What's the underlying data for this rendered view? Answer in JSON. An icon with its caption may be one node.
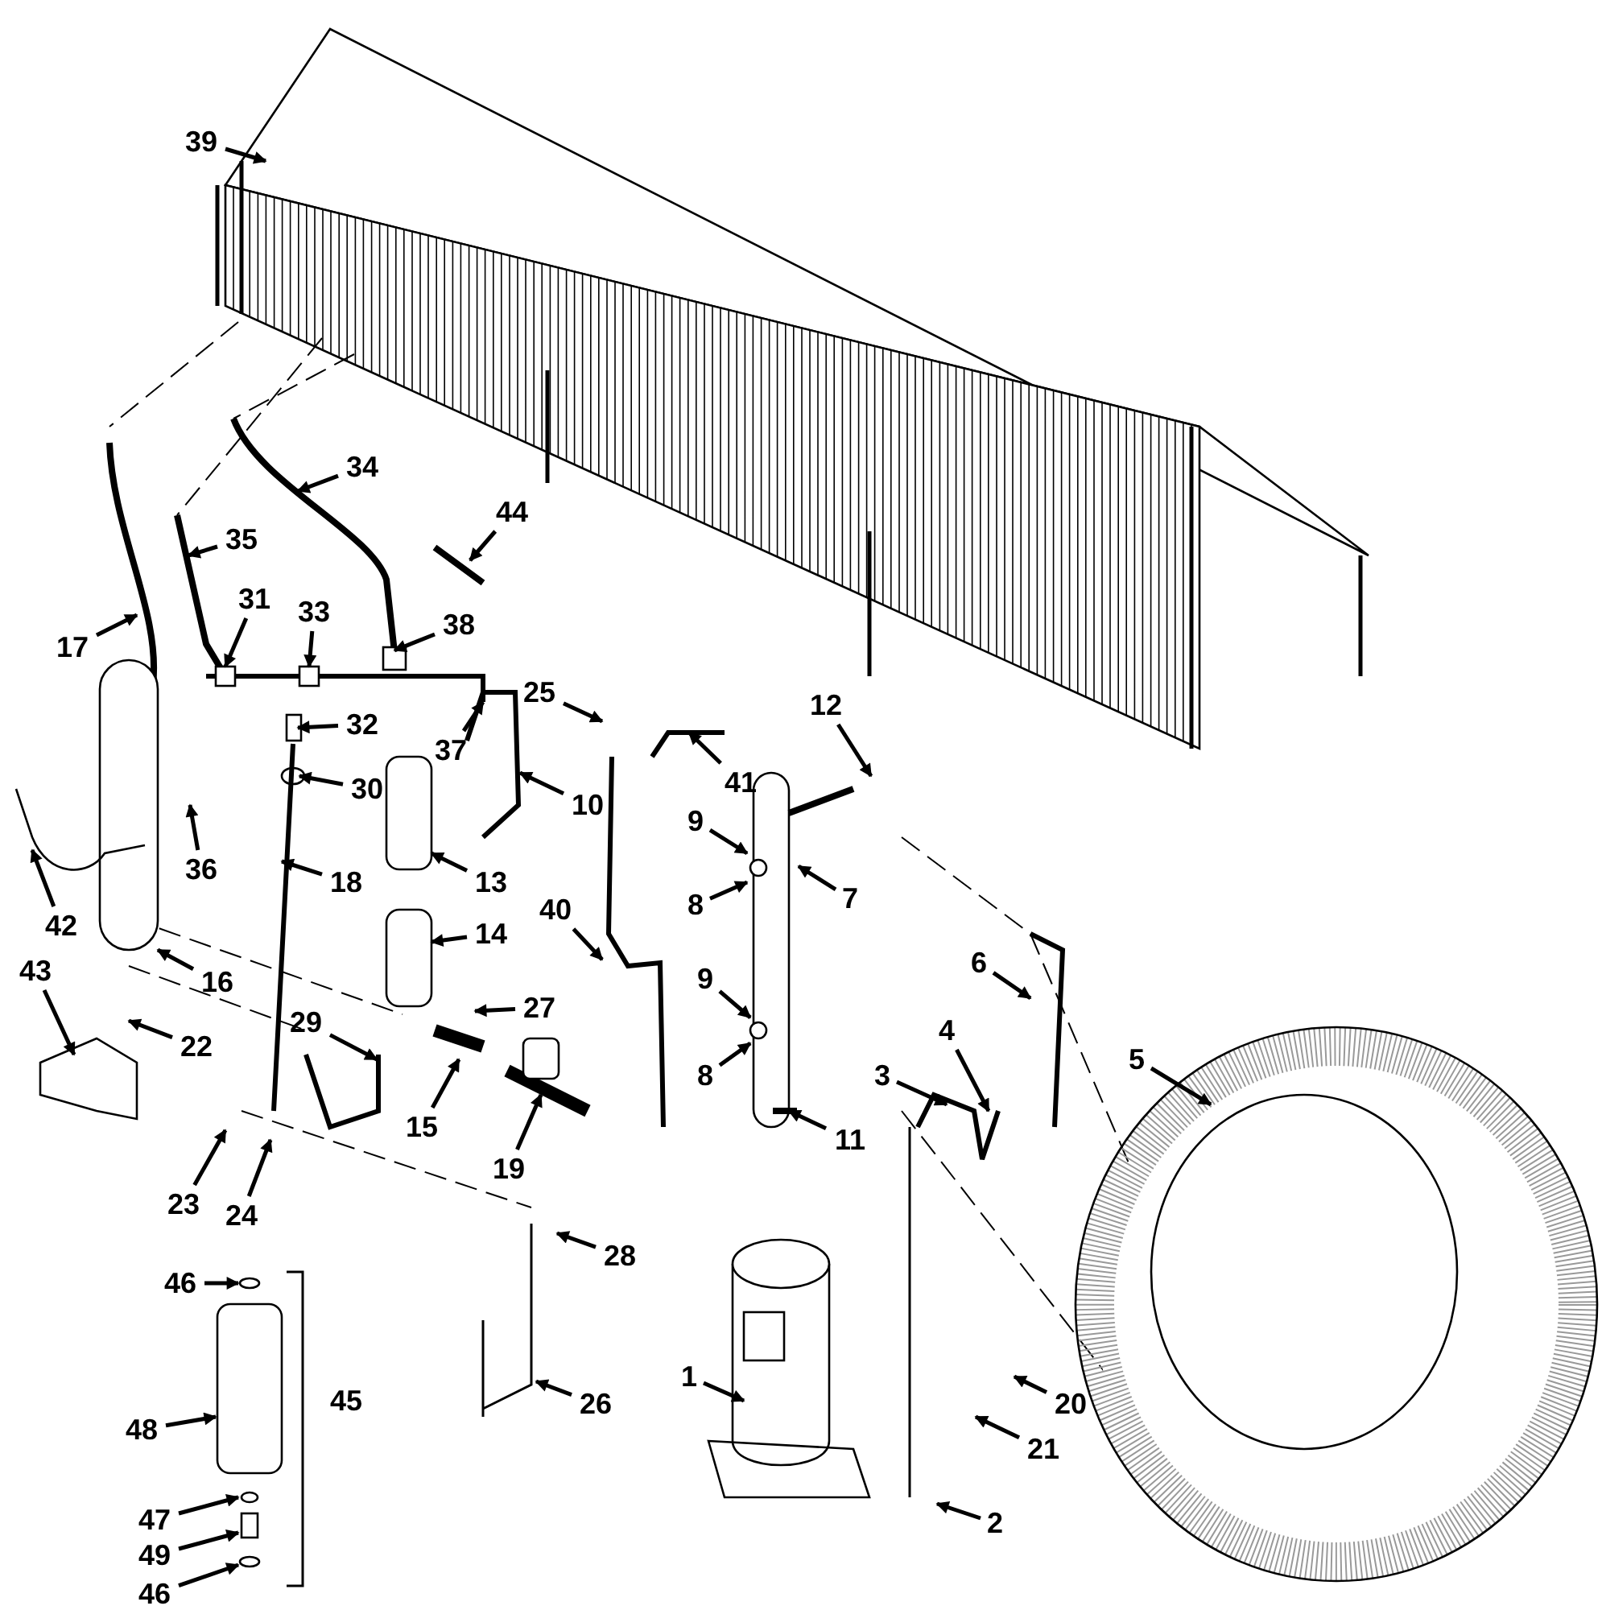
{
  "diagram": {
    "nodes": [
      {
        "text": [
          "39"
        ]
      },
      {
        "text": [
          "17"
        ]
      },
      {
        "text": [
          "35"
        ]
      },
      {
        "text": [
          "34"
        ]
      },
      {
        "text": [
          "44"
        ]
      },
      {
        "text": [
          "33"
        ]
      },
      {
        "text": [
          "31"
        ]
      },
      {
        "text": [
          "38"
        ]
      },
      {
        "text": [
          "37"
        ]
      },
      {
        "text": [
          "32"
        ]
      },
      {
        "text": [
          "30"
        ]
      },
      {
        "text": [
          "25"
        ]
      },
      {
        "text": [
          "10"
        ]
      },
      {
        "text": [
          "41"
        ]
      },
      {
        "text": [
          "12"
        ]
      },
      {
        "text": [
          "36"
        ]
      },
      {
        "text": [
          "18"
        ]
      },
      {
        "text": [
          "13"
        ]
      },
      {
        "text": [
          "42"
        ]
      },
      {
        "text": [
          "16"
        ]
      },
      {
        "text": [
          "9"
        ]
      },
      {
        "text": [
          "8"
        ]
      },
      {
        "text": [
          "7"
        ]
      },
      {
        "text": [
          "40"
        ]
      },
      {
        "text": [
          "14"
        ]
      },
      {
        "text": [
          "27"
        ]
      },
      {
        "text": [
          "6"
        ]
      },
      {
        "text": [
          "9"
        ]
      },
      {
        "text": [
          "8"
        ]
      },
      {
        "text": [
          "43"
        ]
      },
      {
        "text": [
          "22"
        ]
      },
      {
        "text": [
          "29"
        ]
      },
      {
        "text": [
          "15"
        ]
      },
      {
        "text": [
          "19"
        ]
      },
      {
        "text": [
          "11"
        ]
      },
      {
        "text": [
          "3"
        ]
      },
      {
        "text": [
          "4"
        ]
      },
      {
        "text": [
          "5"
        ]
      },
      {
        "text": [
          "23"
        ]
      },
      {
        "text": [
          "24"
        ]
      },
      {
        "text": [
          "28"
        ]
      },
      {
        "text": [
          "46"
        ]
      },
      {
        "text": [
          "1"
        ]
      },
      {
        "text": [
          "20"
        ]
      },
      {
        "text": [
          "26"
        ]
      },
      {
        "text": [
          "21"
        ]
      },
      {
        "text": [
          "48"
        ]
      },
      {
        "text": [
          "47"
        ]
      },
      {
        "text": [
          "49"
        ]
      },
      {
        "text": [
          "46"
        ]
      },
      {
        "text": [
          "2"
        ]
      }
    ],
    "edges": [
      {
        "from": 0,
        "to": null,
        "arrow": "to"
      },
      {
        "from": 1,
        "to": null,
        "arrow": "to"
      },
      {
        "from": 2,
        "to": null,
        "arrow": "to"
      },
      {
        "from": 3,
        "to": null,
        "arrow": "to"
      },
      {
        "from": 4,
        "to": null,
        "arrow": "to"
      },
      {
        "from": 5,
        "to": null,
        "arrow": "to"
      },
      {
        "from": 6,
        "to": null,
        "arrow": "to"
      },
      {
        "from": 7,
        "to": null,
        "arrow": "to"
      },
      {
        "from": 8,
        "to": null,
        "arrow": "to"
      },
      {
        "from": 9,
        "to": null,
        "arrow": "to"
      },
      {
        "from": 10,
        "to": null,
        "arrow": "to"
      },
      {
        "from": 11,
        "to": null,
        "arrow": "to"
      },
      {
        "from": 12,
        "to": null,
        "arrow": "to"
      },
      {
        "from": 13,
        "to": null,
        "arrow": "to"
      },
      {
        "from": 14,
        "to": null,
        "arrow": "to"
      },
      {
        "from": 15,
        "to": null,
        "arrow": "to"
      },
      {
        "from": 16,
        "to": null,
        "arrow": "to"
      },
      {
        "from": 17,
        "to": null,
        "arrow": "to"
      },
      {
        "from": 18,
        "to": null,
        "arrow": "to"
      },
      {
        "from": 19,
        "to": null,
        "arrow": "to"
      },
      {
        "from": 20,
        "to": null,
        "arrow": "to"
      },
      {
        "from": 21,
        "to": null,
        "arrow": "to"
      },
      {
        "from": 22,
        "to": null,
        "arrow": "to"
      },
      {
        "from": 23,
        "to": null,
        "arrow": "to"
      },
      {
        "from": 24,
        "to": null,
        "arrow": "to"
      },
      {
        "from": 25,
        "to": null,
        "arrow": "to"
      },
      {
        "from": 26,
        "to": null,
        "arrow": "to"
      },
      {
        "from": 27,
        "to": null,
        "arrow": "to"
      },
      {
        "from": 28,
        "to": null,
        "arrow": "to"
      },
      {
        "from": 29,
        "to": null,
        "arrow": "to"
      },
      {
        "from": 30,
        "to": null,
        "arrow": "to"
      },
      {
        "from": 31,
        "to": null,
        "arrow": "to"
      },
      {
        "from": 32,
        "to": null,
        "arrow": "to"
      },
      {
        "from": 33,
        "to": null,
        "arrow": "to"
      },
      {
        "from": 34,
        "to": null,
        "arrow": "to"
      },
      {
        "from": 35,
        "to": null,
        "arrow": "to"
      },
      {
        "from": 36,
        "to": null,
        "arrow": "to"
      },
      {
        "from": 37,
        "to": null,
        "arrow": "to"
      },
      {
        "from": 38,
        "to": null,
        "arrow": "to"
      },
      {
        "from": 39,
        "to": null,
        "arrow": "to"
      },
      {
        "from": 40,
        "to": null,
        "arrow": "to"
      },
      {
        "from": 41,
        "to": null,
        "arrow": "to"
      },
      {
        "from": 42,
        "to": null,
        "arrow": "to"
      },
      {
        "from": 43,
        "to": null,
        "arrow": "to"
      },
      {
        "from": 44,
        "to": null,
        "arrow": "to"
      },
      {
        "from": 45,
        "to": null,
        "arrow": "to"
      },
      {
        "from": 46,
        "to": null,
        "arrow": "to"
      },
      {
        "from": 47,
        "to": null,
        "arrow": "to"
      },
      {
        "from": 48,
        "to": null,
        "arrow": "to"
      },
      {
        "from": 49,
        "to": null,
        "arrow": "to"
      },
      {
        "from": 50,
        "to": null,
        "arrow": "to"
      }
    ],
    "labels": [
      "45"
    ]
  }
}
